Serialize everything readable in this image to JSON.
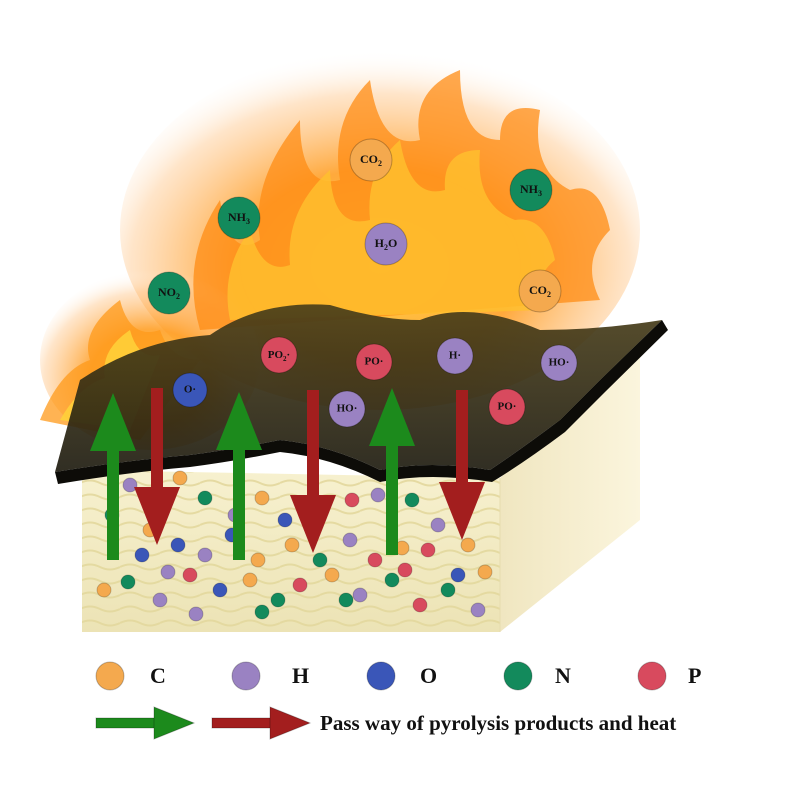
{
  "colors": {
    "C": "#f4a94e",
    "H": "#9a82c2",
    "O": "#3a56b8",
    "N": "#138a5c",
    "P": "#d84a5e",
    "green_arrow": "#1c8a1c",
    "red_arrow": "#a31e1e",
    "char_layer": "#2d2a16",
    "substrate": "#f2ecc8"
  },
  "molecules": {
    "co2_top": {
      "label": "CO",
      "sub": "2",
      "color": "C"
    },
    "nh3_left": {
      "label": "NH",
      "sub": "3",
      "color": "N"
    },
    "nh3_right": {
      "label": "NH",
      "sub": "3",
      "color": "N"
    },
    "h2o": {
      "label": "H",
      "sub": "2",
      "tail": "O",
      "color": "H"
    },
    "no2": {
      "label": "NO",
      "sub": "2",
      "color": "N"
    },
    "co2_right": {
      "label": "CO",
      "sub": "2",
      "color": "C"
    }
  },
  "radicals": {
    "po2": {
      "label": "PO",
      "sub": "2",
      "tail": "·",
      "color": "P"
    },
    "po_mid": {
      "label": "PO·",
      "color": "P"
    },
    "h_rad": {
      "label": "H·",
      "color": "H"
    },
    "ho_right": {
      "label": "HO·",
      "color": "H"
    },
    "o_rad": {
      "label": "O·",
      "color": "O"
    },
    "ho_mid": {
      "label": "HO·",
      "color": "H"
    },
    "po_right": {
      "label": "PO·",
      "color": "P"
    }
  },
  "legend": {
    "items": [
      {
        "label": "C",
        "color": "C"
      },
      {
        "label": "H",
        "color": "H"
      },
      {
        "label": "O",
        "color": "O"
      },
      {
        "label": "N",
        "color": "N"
      },
      {
        "label": "P",
        "color": "P"
      }
    ],
    "caption": "Pass way of pyrolysis products and heat"
  }
}
